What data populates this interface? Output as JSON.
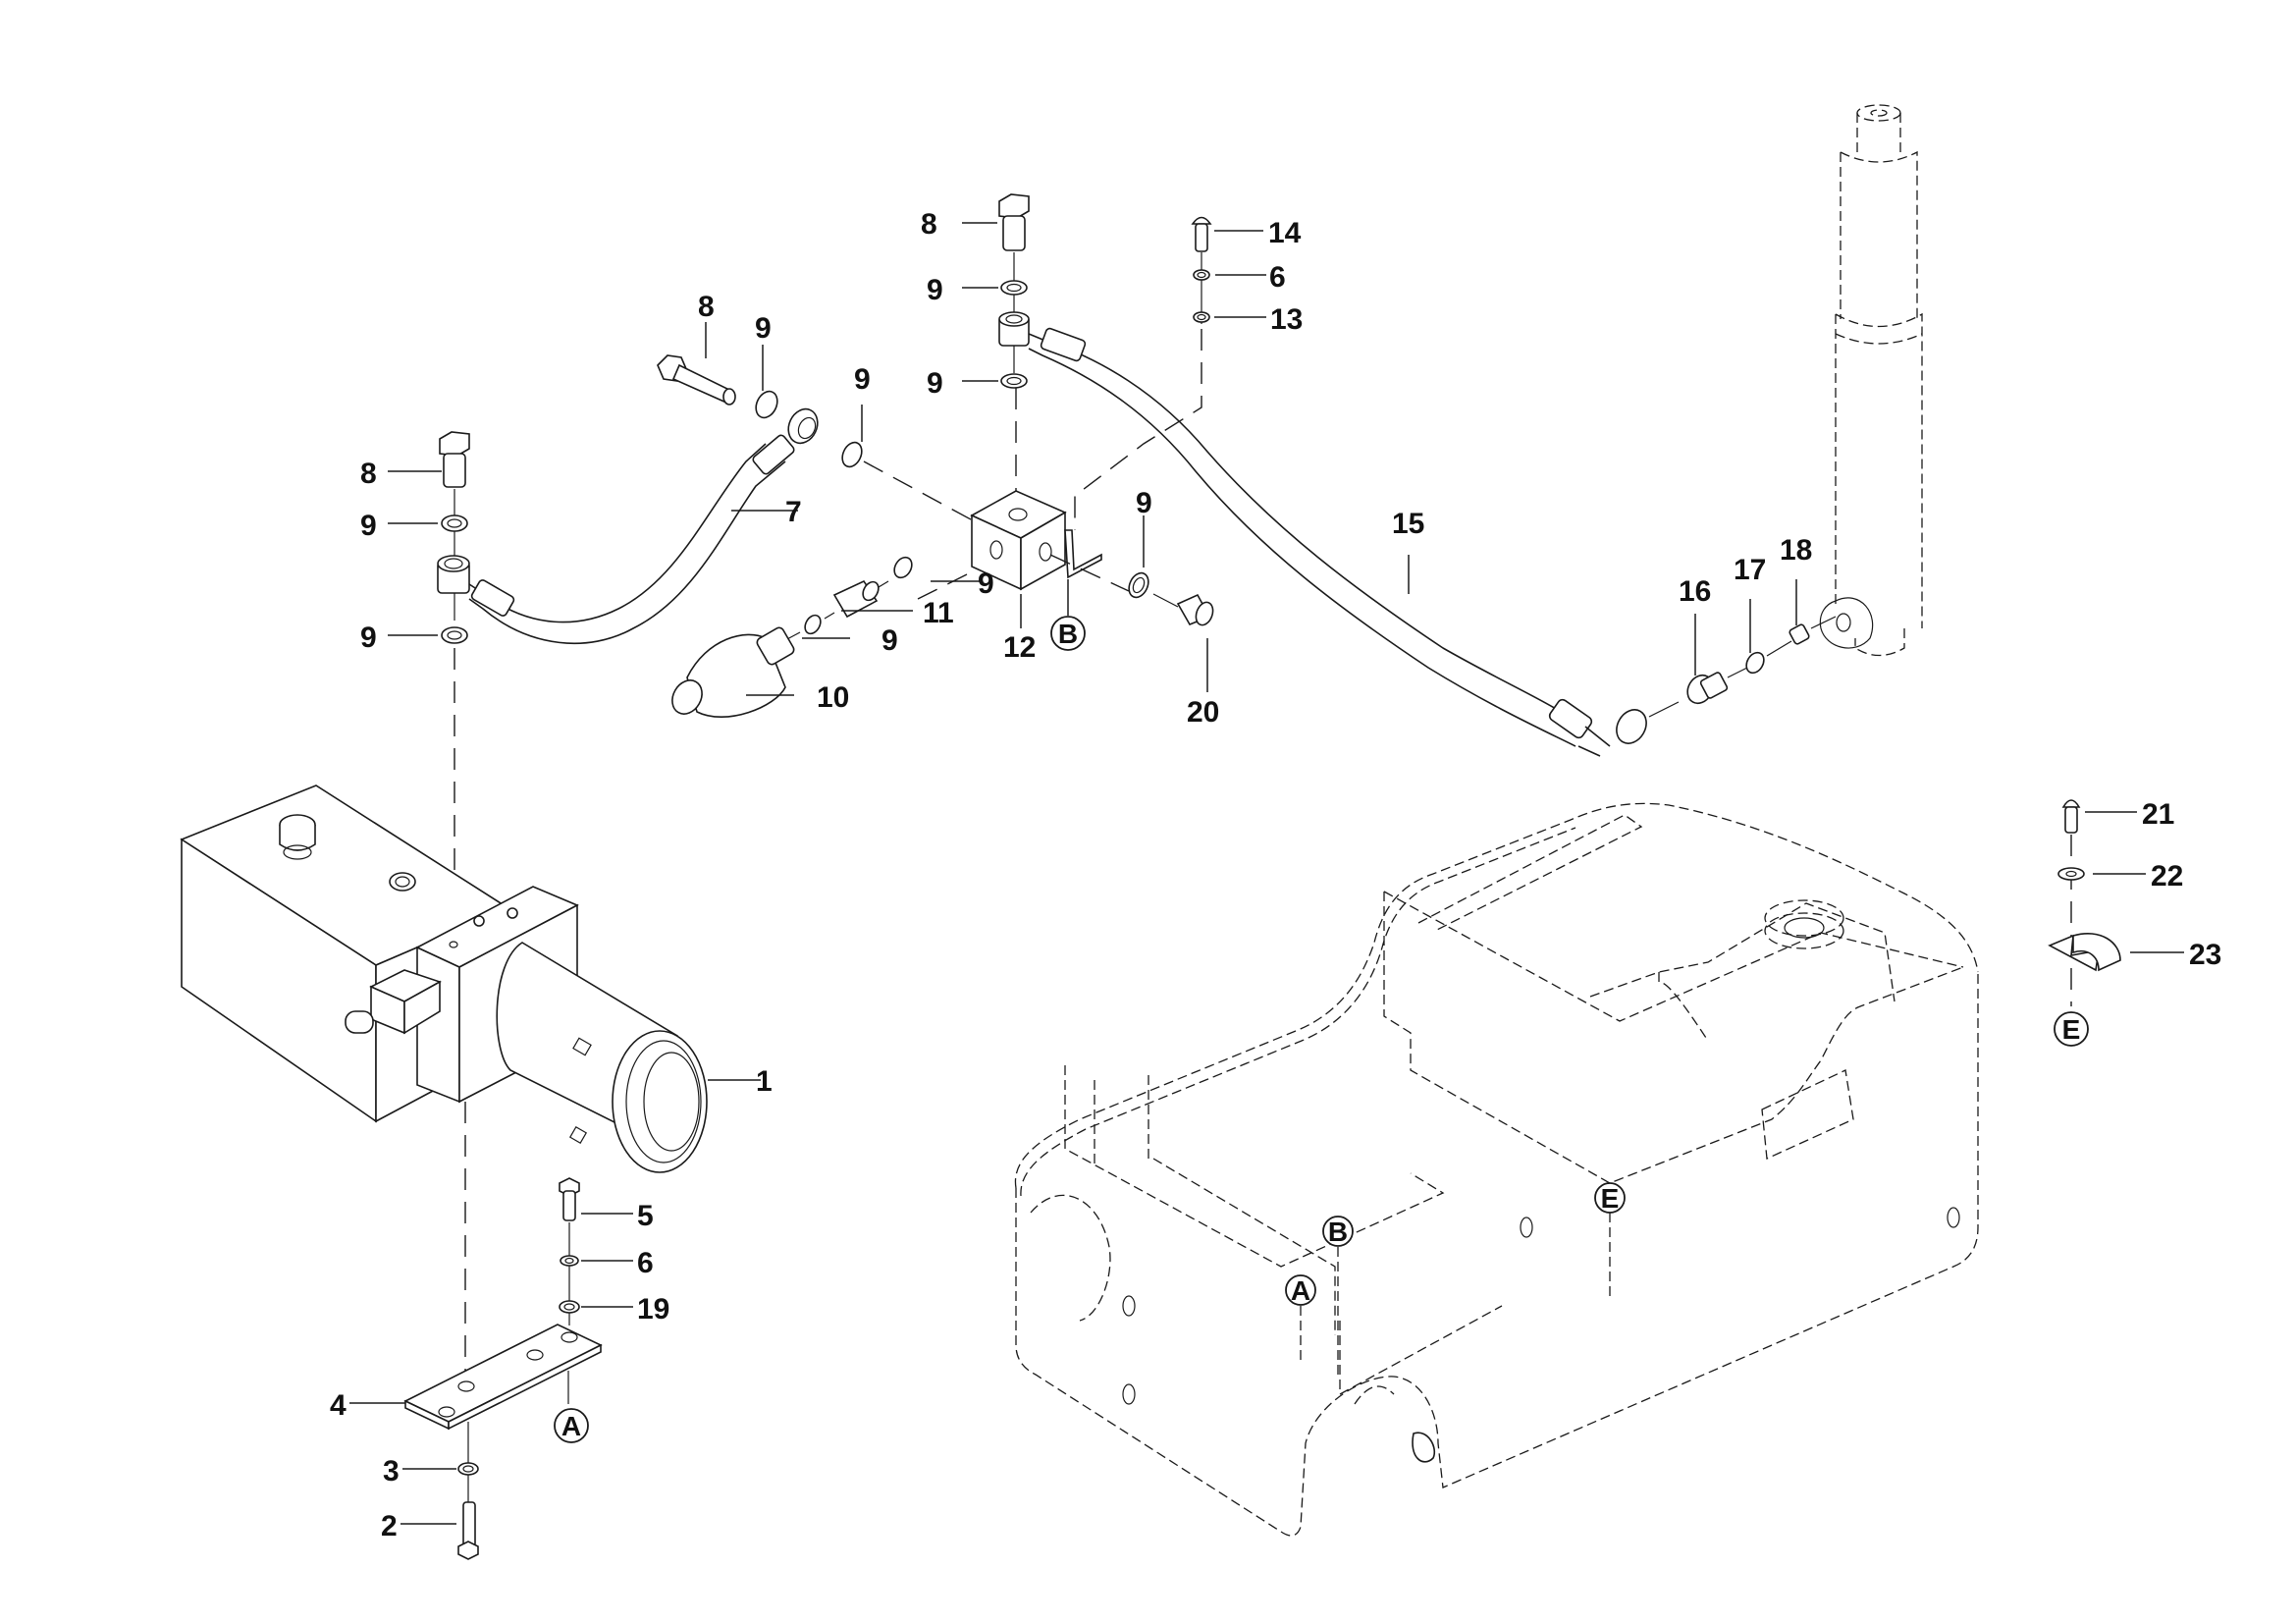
{
  "diagram": {
    "type": "exploded-parts-view",
    "subject": "hydraulic power unit, hoses and lift cylinder with chassis frame",
    "callouts": [
      {
        "id": "c1",
        "label": "1",
        "part": "hydraulic power unit"
      },
      {
        "id": "c2",
        "label": "2",
        "part": "bolt"
      },
      {
        "id": "c3",
        "label": "3",
        "part": "washer"
      },
      {
        "id": "c4",
        "label": "4",
        "part": "mounting plate"
      },
      {
        "id": "c5",
        "label": "5",
        "part": "bolt"
      },
      {
        "id": "c6a",
        "label": "6",
        "part": "washer"
      },
      {
        "id": "c6b",
        "label": "6",
        "part": "washer"
      },
      {
        "id": "c7",
        "label": "7",
        "part": "hose"
      },
      {
        "id": "c8a",
        "label": "8",
        "part": "banjo bolt"
      },
      {
        "id": "c8b",
        "label": "8",
        "part": "banjo bolt"
      },
      {
        "id": "c8c",
        "label": "8",
        "part": "banjo bolt"
      },
      {
        "id": "c9a",
        "label": "9",
        "part": "seal ring"
      },
      {
        "id": "c9b",
        "label": "9",
        "part": "seal ring"
      },
      {
        "id": "c9c",
        "label": "9",
        "part": "seal ring"
      },
      {
        "id": "c9d",
        "label": "9",
        "part": "seal ring"
      },
      {
        "id": "c9e",
        "label": "9",
        "part": "seal ring"
      },
      {
        "id": "c9f",
        "label": "9",
        "part": "seal ring"
      },
      {
        "id": "c9g",
        "label": "9",
        "part": "seal ring"
      },
      {
        "id": "c9h",
        "label": "9",
        "part": "seal ring"
      },
      {
        "id": "c9i",
        "label": "9",
        "part": "seal ring"
      },
      {
        "id": "c10",
        "label": "10",
        "part": "accumulator"
      },
      {
        "id": "c11",
        "label": "11",
        "part": "adapter fitting"
      },
      {
        "id": "c12",
        "label": "12",
        "part": "distribution block"
      },
      {
        "id": "c13",
        "label": "13",
        "part": "washer"
      },
      {
        "id": "c14",
        "label": "14",
        "part": "screw"
      },
      {
        "id": "c15",
        "label": "15",
        "part": "hose"
      },
      {
        "id": "c16",
        "label": "16",
        "part": "fitting"
      },
      {
        "id": "c17",
        "label": "17",
        "part": "seal ring"
      },
      {
        "id": "c18",
        "label": "18",
        "part": "restrictor"
      },
      {
        "id": "c19",
        "label": "19",
        "part": "washer"
      },
      {
        "id": "c20",
        "label": "20",
        "part": "plug"
      },
      {
        "id": "c21",
        "label": "21",
        "part": "screw"
      },
      {
        "id": "c22",
        "label": "22",
        "part": "washer"
      },
      {
        "id": "c23",
        "label": "23",
        "part": "hose clamp"
      }
    ],
    "reference_markers": [
      {
        "id": "rA1",
        "label": "A",
        "location": "mounting plate"
      },
      {
        "id": "rA2",
        "label": "A",
        "location": "chassis"
      },
      {
        "id": "rB1",
        "label": "B",
        "location": "distribution block bracket"
      },
      {
        "id": "rB2",
        "label": "B",
        "location": "chassis"
      },
      {
        "id": "rE1",
        "label": "E",
        "location": "hose clamp"
      },
      {
        "id": "rE2",
        "label": "E",
        "location": "chassis"
      }
    ]
  }
}
